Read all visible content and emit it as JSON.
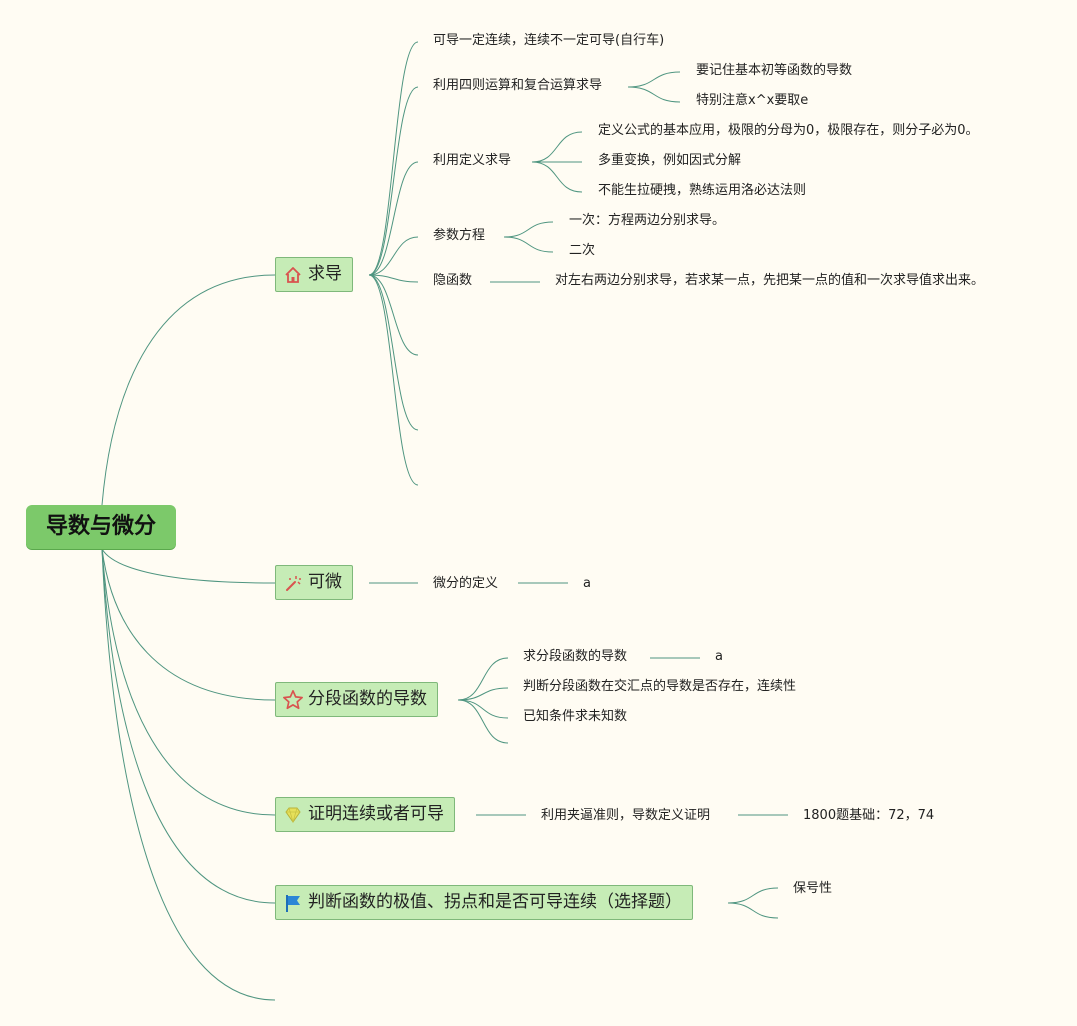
{
  "root": {
    "label": "导数与微分"
  },
  "colors": {
    "line": "#4f9580",
    "root_bg": "#7cc96a",
    "branch_bg": "#c6ecb6"
  },
  "branches": [
    {
      "label": "求导",
      "icon": "home-icon",
      "children": [
        {
          "label": "可导一定连续，连续不一定可导(自行车)"
        },
        {
          "label": "利用四则运算和复合运算求导",
          "children": [
            "要记住基本初等函数的导数",
            "特别注意x^x要取e"
          ]
        },
        {
          "label": "利用定义求导",
          "children": [
            "定义公式的基本应用，极限的分母为0，极限存在，则分子必为0。",
            "多重变换，例如因式分解",
            "不能生拉硬拽，熟练运用洛必达法则"
          ]
        },
        {
          "label": "参数方程",
          "children": [
            "一次：方程两边分别求导。",
            "二次"
          ]
        },
        {
          "label": "隐函数",
          "children": [
            "对左右两边分别求导，若求某一点，先把某一点的值和一次求导值求出来。"
          ]
        }
      ]
    },
    {
      "label": "可微",
      "icon": "magic-wand-icon",
      "children": [
        {
          "label": "微分的定义",
          "children": [
            "a"
          ]
        }
      ]
    },
    {
      "label": "分段函数的导数",
      "icon": "star-icon",
      "children": [
        {
          "label": "求分段函数的导数",
          "children": [
            "a"
          ]
        },
        {
          "label": "判断分段函数在交汇点的导数是否存在，连续性"
        },
        {
          "label": "已知条件求未知数"
        }
      ]
    },
    {
      "label": "证明连续或者可导",
      "icon": "gem-icon",
      "children": [
        {
          "label": "利用夹逼准则，导数定义证明",
          "children": [
            "1800题基础：72，74"
          ]
        }
      ]
    },
    {
      "label": "判断函数的极值、拐点和是否可导连续（选择题）",
      "icon": "flag-icon",
      "children": [
        {
          "label": "保号性"
        }
      ]
    }
  ]
}
